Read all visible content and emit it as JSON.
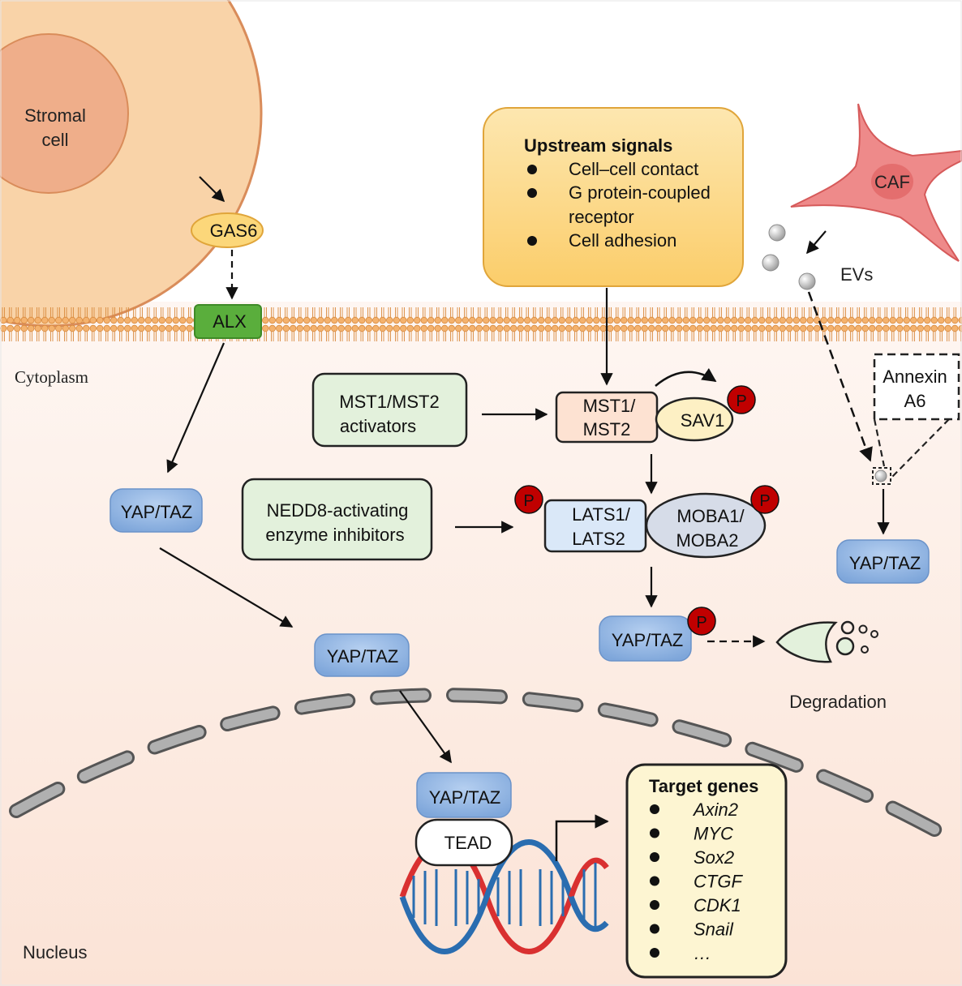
{
  "regions": {
    "cytoplasm": "Cytoplasm",
    "nucleus": "Nucleus"
  },
  "stromal_cell": {
    "line1": "Stromal",
    "line2": "cell"
  },
  "gas6": "GAS6",
  "alx": "ALX",
  "caf": "CAF",
  "evs": "EVs",
  "annexin": {
    "line1": "Annexin",
    "line2": "A6"
  },
  "upstream": {
    "title": "Upstream signals",
    "items": [
      "Cell–cell contact",
      "G protein-coupled",
      "receptor",
      "Cell adhesion"
    ]
  },
  "mst_activators": {
    "line1": "MST1/MST2",
    "line2": "activators"
  },
  "nedd8_inhibitors": {
    "line1": "NEDD8-activating",
    "line2": "enzyme inhibitors"
  },
  "mst": {
    "line1": "MST1/",
    "line2": "MST2"
  },
  "sav1": "SAV1",
  "lats": {
    "line1": "LATS1/",
    "line2": "LATS2"
  },
  "moba": {
    "line1": "MOBA1/",
    "line2": "MOBA2"
  },
  "phospho": "P",
  "yap_taz": "YAP/TAZ",
  "tead": "TEAD",
  "degradation": "Degradation",
  "target_genes": {
    "title": "Target genes",
    "items": [
      "Axin2",
      "MYC",
      "Sox2",
      "CTGF",
      "CDK1",
      "Snail",
      "…"
    ]
  },
  "colors": {
    "stromal_outer": "#f9d3a8",
    "stromal_inner": "#efae8a",
    "membrane": "#f0a860",
    "alx": "#5aae3c",
    "yap": "#8fb4e3",
    "phospho": "#c00000",
    "caf": "#ee8a8a",
    "upstream": "#fcd77a",
    "activator_box": "#e3f1dc",
    "nucleus_envelope": "#b0b0b0"
  }
}
